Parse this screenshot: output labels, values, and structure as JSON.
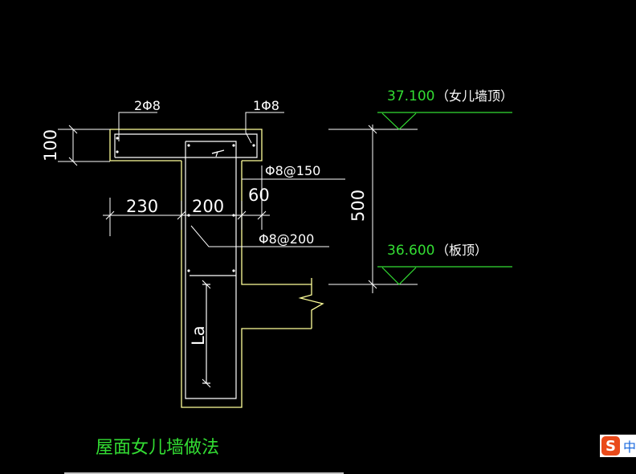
{
  "drawing": {
    "title": "屋面女儿墙做法",
    "rebar_top_left": "2Φ8",
    "rebar_top_right": "1Φ8",
    "stirrup_top": "Φ8@150",
    "stirrup_bottom": "Φ8@200",
    "dim_thickness": "100",
    "dim_left": "230",
    "dim_mid": "200",
    "dim_right": "60",
    "dim_height": "500",
    "anchor_length": "La",
    "elevation_top_value": "37.100",
    "elevation_top_note": "（女儿墙顶）",
    "elevation_bottom_value": "36.600",
    "elevation_bottom_note": "（板顶）"
  },
  "ime": {
    "logo": "S",
    "mode": "中"
  },
  "colors": {
    "background": "#000000",
    "outline": "#ffff99",
    "lines": "#ffffff",
    "elevation_lines": "#33dd33",
    "ime_red": "#ea4a1a"
  }
}
